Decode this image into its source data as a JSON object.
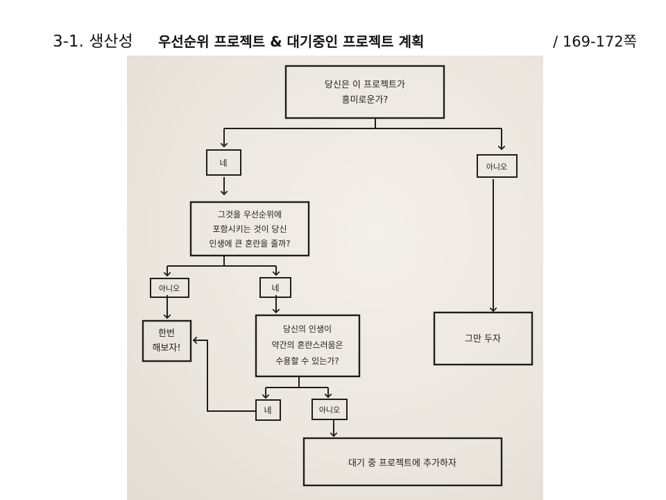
{
  "header": {
    "section": "3-1. 생산성",
    "title": "우선순위 프로젝트 & 대기중인 프로젝트 계획",
    "pages": "/ 169-172쪽"
  },
  "diagram": {
    "start": [
      "당신은 이 프로젝트가",
      "흥미로운가?"
    ],
    "yes1": "네",
    "no1": "아니오",
    "q2": [
      "그것을 우선순위에",
      "포함시키는 것이 당신",
      "인생에 큰 혼란을 줄까?"
    ],
    "no2": "아니오",
    "yes2": "네",
    "try": [
      "한번",
      "해보자!"
    ],
    "q3": [
      "당신의 인생이",
      "약간의 혼란스러움은",
      "수용할 수 있는가?"
    ],
    "yes3": "네",
    "no3": "아니오",
    "stop": "그만 두자",
    "waitlist": "대기 중 프로젝트에 추가하자"
  }
}
